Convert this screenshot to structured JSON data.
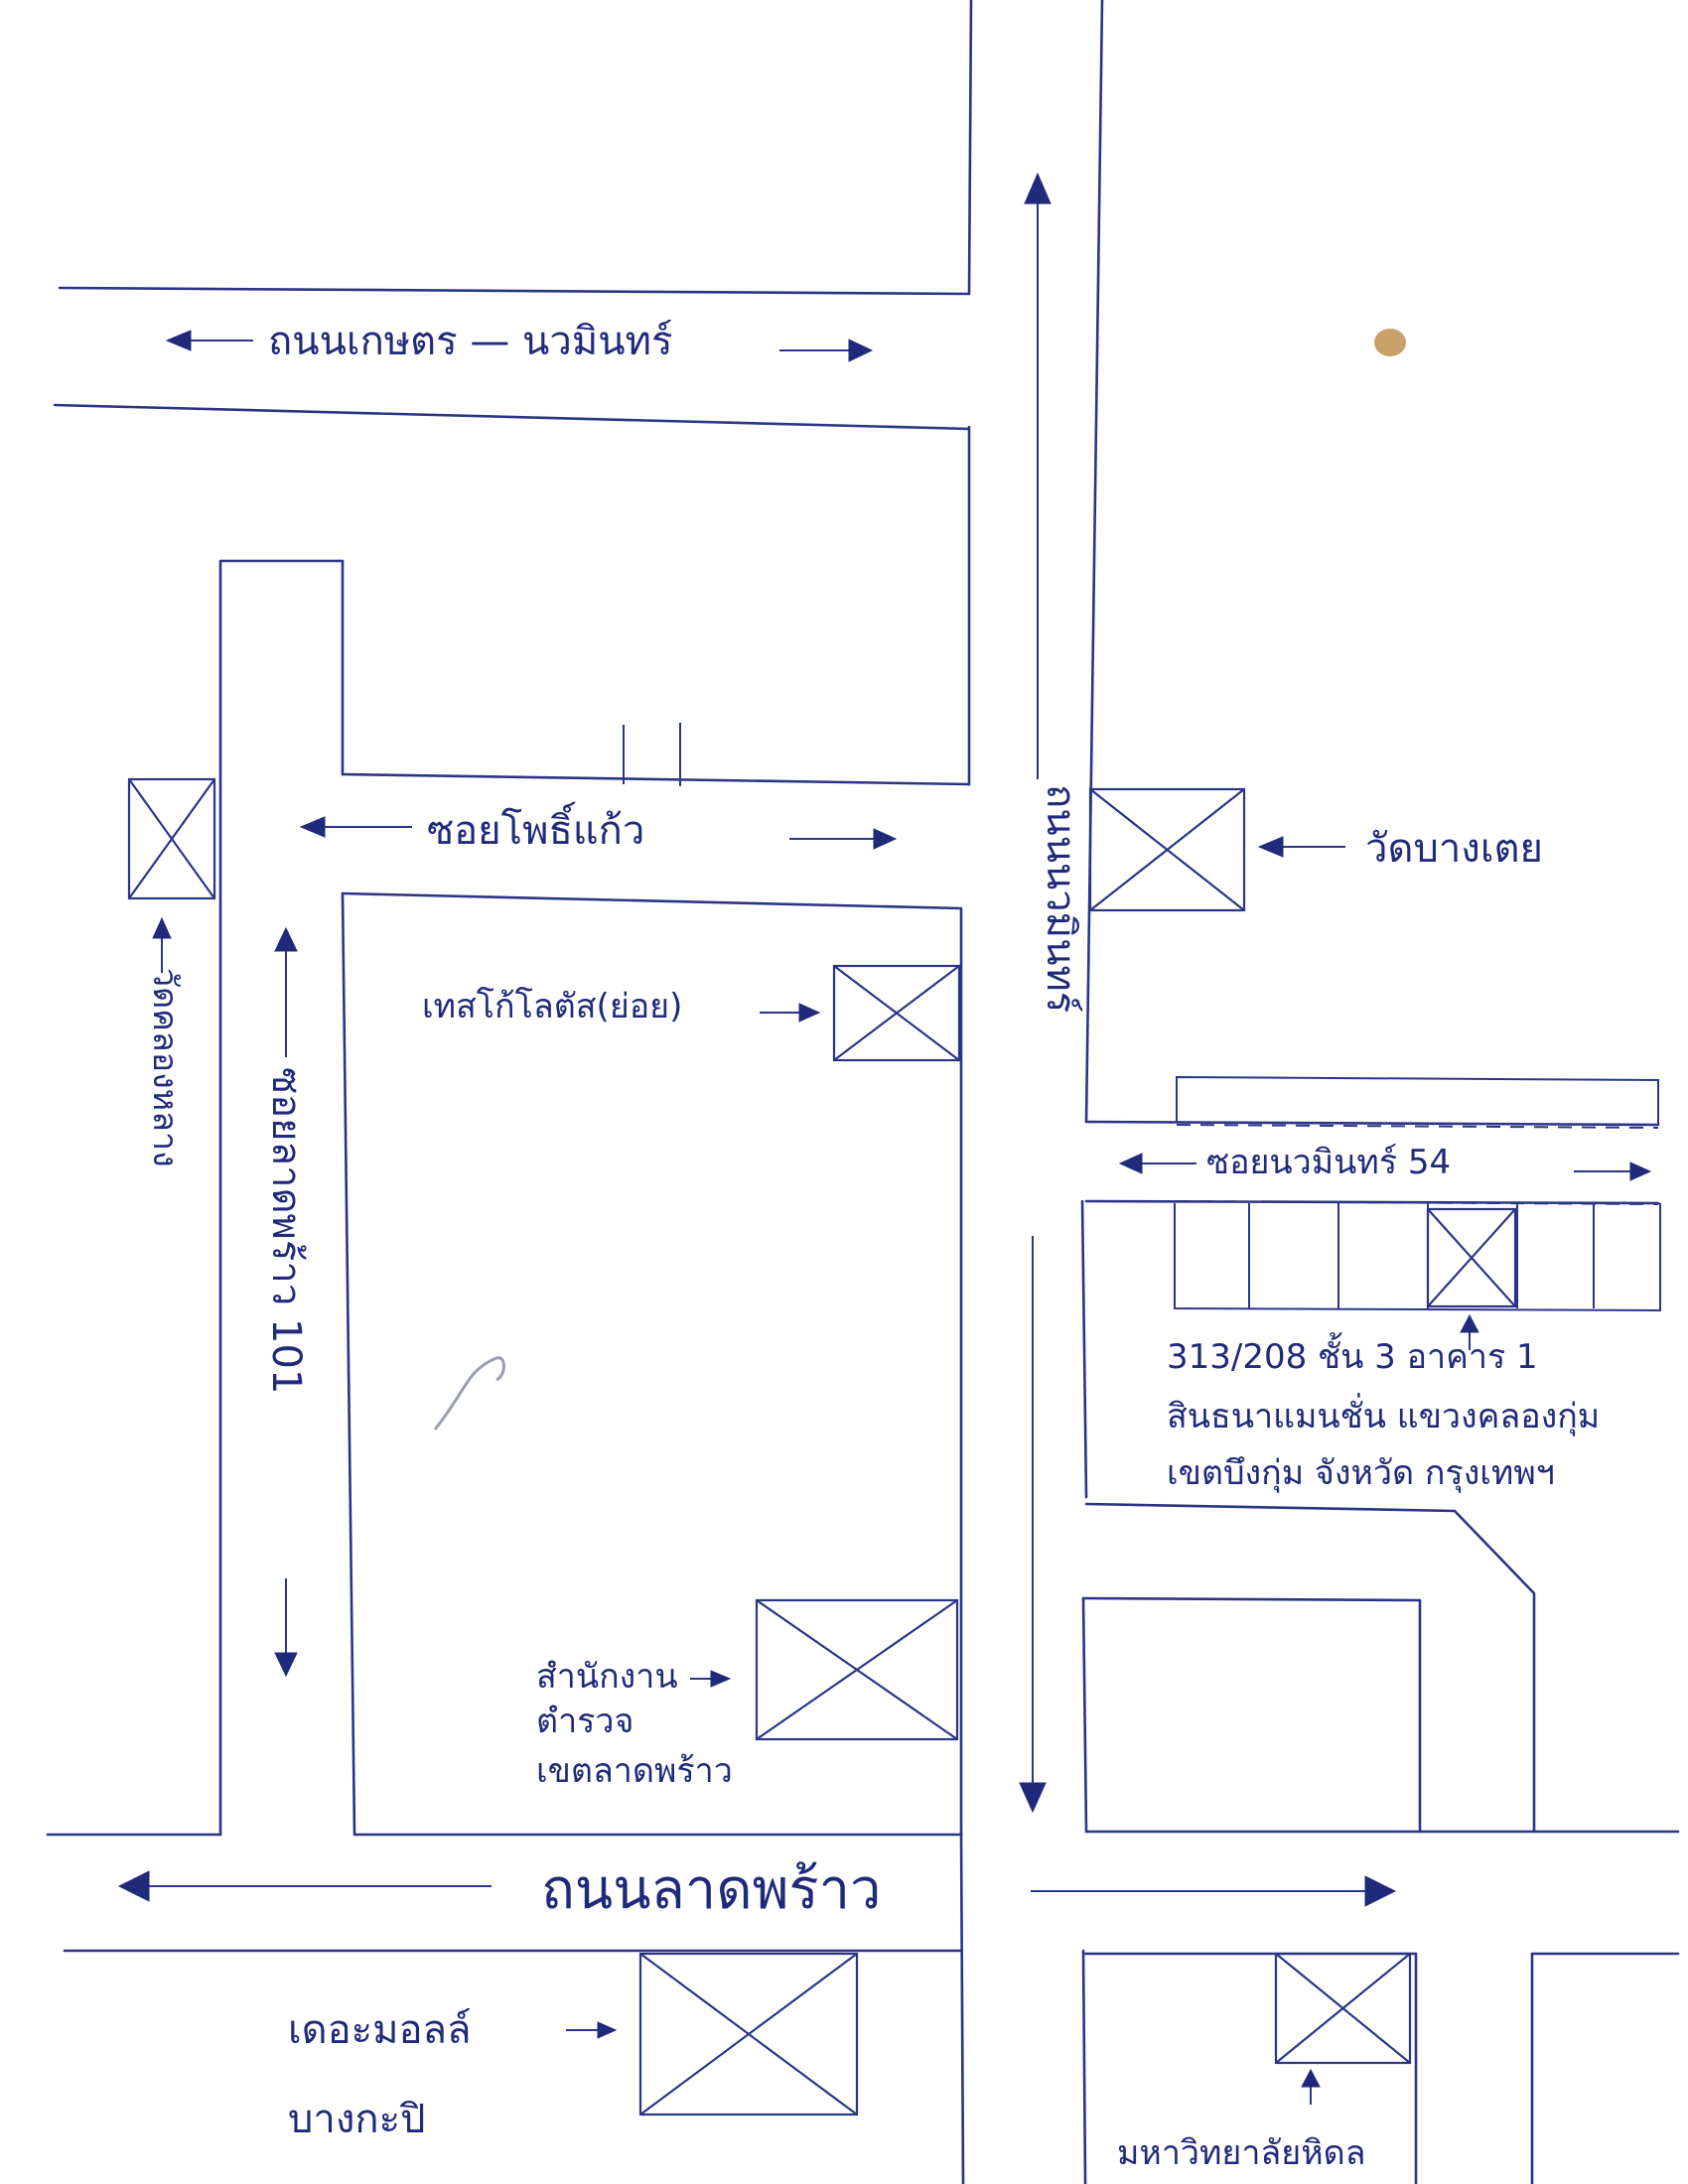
{
  "labels": {
    "kaset_nawamin_road": "ถนนเกษตร — นวมินทร์",
    "soi_pho_kaew": "ซอยโพธิ์แก้ว",
    "wat_bang_toei": "วัดบางเตย",
    "tesco_lotus_express": "เทสโก้โลตัส(ย่อย)",
    "nawamin_road": "ถนนนวมินทร์",
    "soi_nawamin_54": "ซอยนวมินทร์ 54",
    "wat_kong_salang": "วัดคลองหลาง",
    "soi_lat_phrao_101": "ซอยลาดพร้าว 101",
    "police_station_line1": "สำนักงาน",
    "police_station_line2": "ตำรวจ",
    "police_station_line3": "เขตลาดพร้าว",
    "lat_phrao_road": "ถนนลาดพร้าว",
    "the_mall_line1": "เดอะมอลล์",
    "the_mall_line2": "บางกะปิ",
    "mahidol_university": "มหาวิทยาลัยหิดล"
  },
  "address": {
    "line1": "313/208 ชั้น 3 อาคาร 1",
    "line2": "สินธนาแมนชั่น แขวงคลองกุ่ม",
    "line3": "เขตบึงกุ่ม จังหวัด กรุงเทพฯ"
  }
}
